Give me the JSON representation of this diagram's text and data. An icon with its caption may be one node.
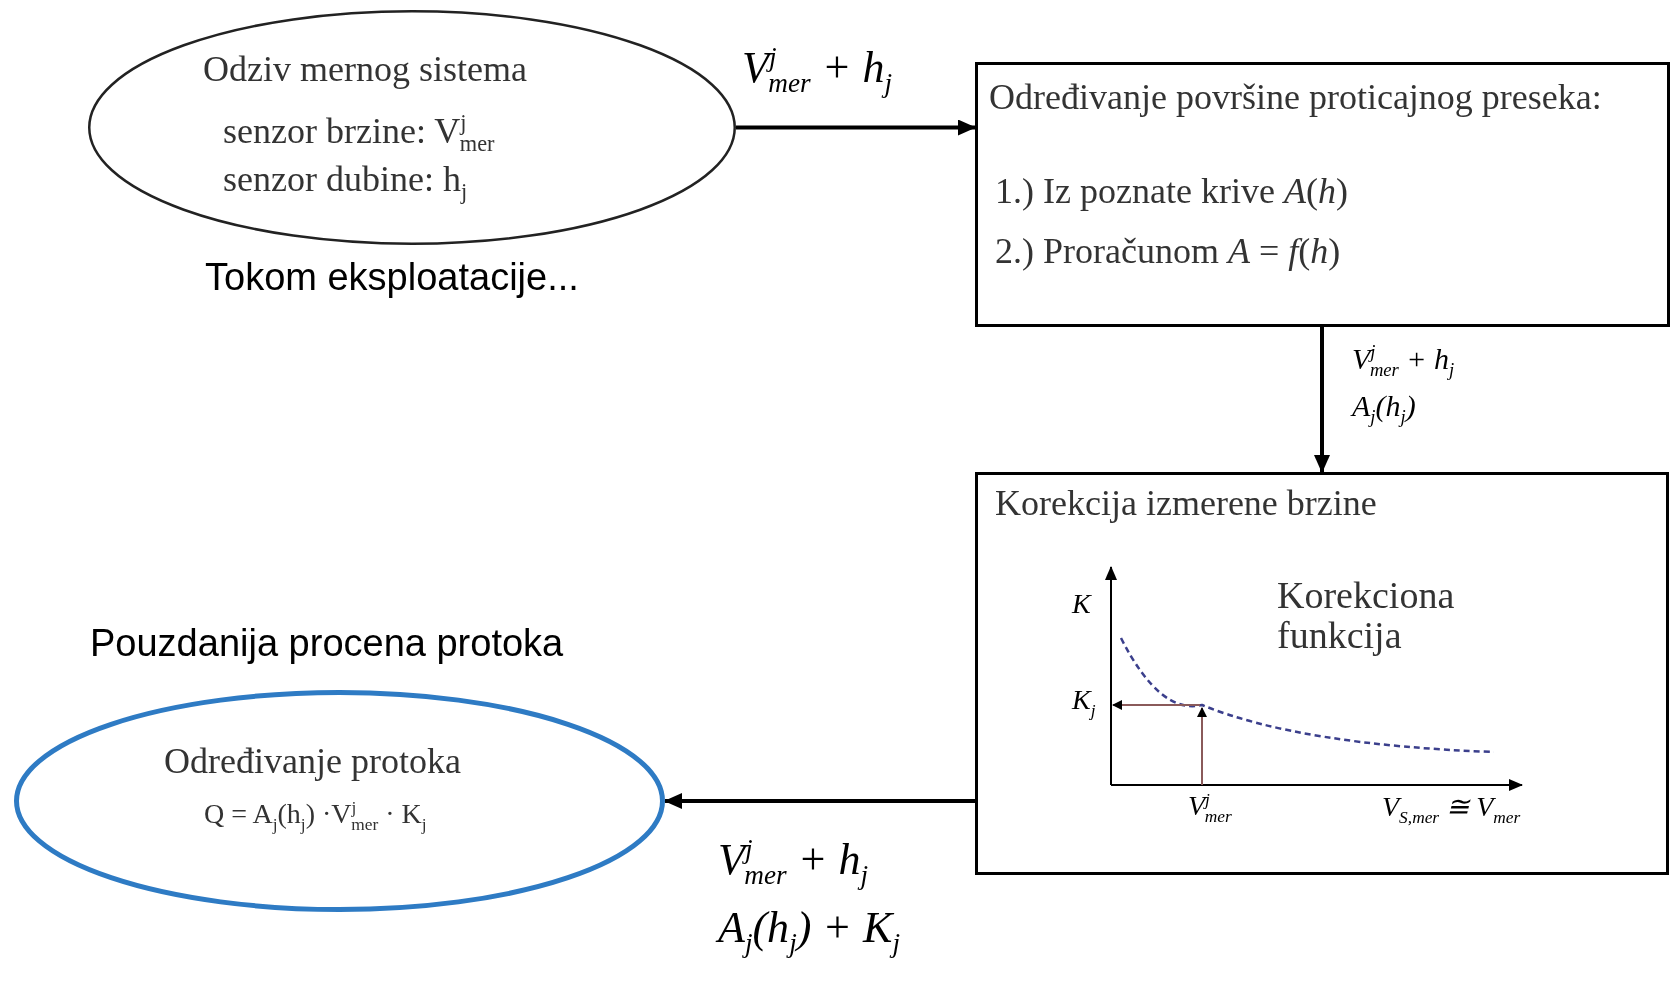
{
  "diagram": {
    "nodes": [
      {
        "text": [
          "Odziv mernog sistema",
          "senzor brzine: V$^{j}$$_{mer}$",
          "senzor dubine: h$_{j}$"
        ],
        "beside": [
          "Tokom eksploatacije..."
        ]
      },
      {
        "text": [
          "Određivanje površine proticajnog preseka:",
          "1.) Iz poznate krive *A*(*h*)",
          "2.) Proračunom *A* = *f*(*h*)"
        ]
      },
      {
        "text": [
          "Korekcija izmerene brzine"
        ]
      },
      {
        "text": [
          "Određivanje protoka",
          "Q = A$_{j}$(h$_{j}$) ·V$^{j}$$_{mer}$ · K$_{j}$"
        ],
        "beside": [
          "Pouzdanija procena protoka"
        ]
      }
    ],
    "edges": [
      {
        "from": 0,
        "to": 1,
        "arrow": "to",
        "label": "V$^{j}$$_{mer}$ + h$_{j}$"
      },
      {
        "from": 1,
        "to": 2,
        "arrow": "to",
        "label": "V$^{j}$$_{mer}$ + h$_{j}$ A$_{j}$(h$_{j}$)"
      },
      {
        "from": 2,
        "to": 3,
        "arrow": "to",
        "label": "V$^{j}$$_{mer}$ + h$_{j}$ A$_{j}$(h$_{j}$) + K$_{j}$"
      }
    ],
    "labels": [
      "K",
      "Korekciona funkcija",
      "K$_{j}$",
      "V$^{j}$$_{mer}$",
      "V$_{S,mer}$ ≅ V$_{mer}$"
    ]
  }
}
